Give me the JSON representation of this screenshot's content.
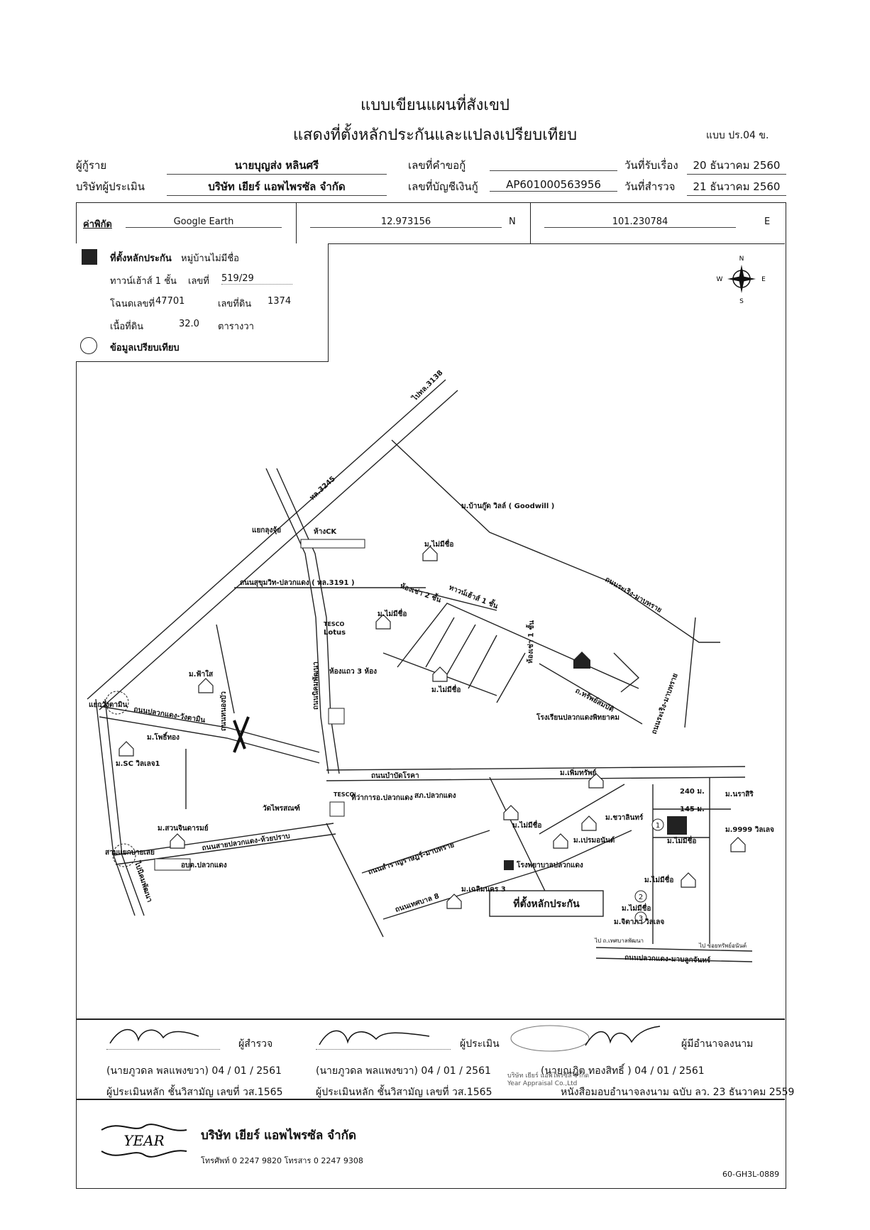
{
  "title": {
    "line1": "แบบเขียนแผนที่สังเขป",
    "line2": "แสดงที่ตั้งหลักประกันและแปลงเปรียบเทียบ",
    "form_no": "แบบ ปร.04 ข."
  },
  "header": {
    "borrower_label": "ผู้กู้ราย",
    "borrower_value": "นายบุญส่ง หลินศรี",
    "request_no_label": "เลขที่คำขอกู้",
    "request_no_value": "",
    "received_date_label": "วันที่รับเรื่อง",
    "received_date_value": "20 ธันวาคม 2560",
    "appraiser_company_label": "บริษัทผู้ประเมิน",
    "appraiser_company_value": "บริษัท เยียร์ แอพไพรซัล จำกัด",
    "loan_account_label": "เลขที่บัญชีเงินกู้",
    "loan_account_value": "AP601000563956",
    "survey_date_label": "วันที่สำรวจ",
    "survey_date_value": "21 ธันวาคม 2560"
  },
  "coordinates": {
    "label": "ค่าพิกัด",
    "source": "Google Earth",
    "lat": "12.973156",
    "lat_dir": "N",
    "lon": "101.230784",
    "lon_dir": "E"
  },
  "legend": {
    "collateral_label": "ที่ตั้งหลักประกัน",
    "village": "หมู่บ้านไม่มีชื่อ",
    "building_type": "ทาวน์เฮ้าส์ 1 ชั้น",
    "house_no_label": "เลขที่",
    "house_no": "519/29",
    "deed_label": "โฉนดเลขที่",
    "deed_no": "47701",
    "land_no_label": "เลขที่ดิน",
    "land_no": "1374",
    "area_label": "เนื้อที่ดิน",
    "area_value": "32.0",
    "area_unit": "ตารางวา",
    "comparison_label": "ข้อมูลเปรียบเทียบ"
  },
  "compass": {
    "n": "N",
    "s": "S",
    "e": "E",
    "w": "W"
  },
  "map_labels": {
    "to_3138": "ไปทล.3138",
    "road_3245": "ทล.3245",
    "yaek_lung_ja": "แยกลุงจุ้ย",
    "hang_ck": "ห้างCK",
    "goodwill": "ม.บ้านกู๊ด วิลล์ ( Goodwill )",
    "mai_mee_cheu_1": "ม.ไม่มีชื่อ",
    "sukhumvit": "ถนนสุขุมวิท-ปลวกแดง ( ทล.3191 )",
    "rent_2": "ห้องเช่า 2 ชั้น",
    "townhouse_1": "ทาวน์เฮ้าส์ 1 ชั้น",
    "mai_mee_cheu_2": "ม.ไม่มีชื่อ",
    "tesco_top": "TESCO",
    "lotus": "Lotus",
    "rang_3": "ห้องแถว 3 ห้อง",
    "mai_mee_cheu_3": "ม.ไม่มีชื่อ",
    "rent_1": "ห้องเช่า 1 ชั้น",
    "sap_sombat": "ถ.ทรัพย์สมบัติ",
    "ma_rueng": "ถนนระเริง-มาบทราย",
    "ma_rueng_2": "ถนนระเริง-มาบทราย",
    "school": "โรงเรียนปลวกแดงพิทยาคม",
    "fa_sai": "ม.ฟ้าใส",
    "wang_ta_min_jn": "แยกวังตามิน",
    "pluak_daeng_wang": "ถนนปลวกแดง-วังตามิน",
    "nikhom": "ถนนนิคมพัฒนา",
    "road_nong": "ถนนหนองบัว",
    "pho_thong": "ม.โพธิ์ทอง",
    "sc_villa": "ม.SC วิลเลจ1",
    "baribat": "ถนนบำบัดโรคา",
    "permsap": "ม.เพิ่มทรัพย์",
    "amphoe": "ที่ว่าการอ.ปลวกแดง",
    "sor_pluak": "สภ.ปลวกแดง",
    "tesco2": "TESCO",
    "wat": "วัดไพรสณฑ์",
    "suan_jin": "ม.สวนจินดารมย์",
    "huai_prab": "ถนนสายปลวกแดง-ห้วยปราบ",
    "sam_yaek": "สามแยกบายเลย",
    "nikhom_phat": "ไปนิคมพัฒนา",
    "obt": "อบต.ปลวกแดง",
    "mai_mee_cheu_4": "ม.ไม่มีชื่อ",
    "chawalin": "ม.ชวาลินทร์",
    "preman": "ม.เปรมอนันต์",
    "hospital": "โรงพยาบาลปลวกแดง",
    "samrong": "ถนนสำราญราษฎร์-มาบทราย",
    "tesaban8": "ถนนเทศบาล 8",
    "chaloem": "ม.เฉลิมนคร 3",
    "collateral_box": "ที่ตั้งหลักประกัน",
    "d240": "240 ม.",
    "d145": "145 ม.",
    "narasiri": "ม.นราสิริ",
    "mai_mee_cheu_5": "ม.ไม่มีชื่อ",
    "villa9999": "ม.9999 วิลเลจ",
    "mai_mee_cheu_6": "ม.ไม่มีชื่อ",
    "mai_mee_cheu_7": "ม.ไม่มีชื่อ",
    "jitapa": "ม.จิตาภา วิลเลจ",
    "to_tesaban": "ไป ถ.เทศบาลพัฒนา",
    "to_soi": "ไป ซอยทรัพย์อนันต์",
    "pluak_mab": "ถนนปลวกแดง-มาบลูกจันทร์",
    "n1": "1",
    "n2": "2",
    "n3": "3"
  },
  "signatures": {
    "surveyor_label": "ผู้สำรวจ",
    "surveyor_name": "(นายภูวดล พลแพงขวา) 04 / 01 / 2561",
    "surveyor_cert": "ผู้ประเมินหลัก ชั้นวิสามัญ เลขที่ วส.1565",
    "appraiser_label": "ผู้ประเมิน",
    "appraiser_name": "(นายภูวดล พลแพงขวา) 04 / 01 / 2561",
    "appraiser_cert": "ผู้ประเมินหลัก ชั้นวิสามัญ เลขที่ วส.1565",
    "authorized_label": "ผู้มีอำนาจลงนาม",
    "authorized_name": "(นายณฏิต ทองสิทธิ์ ) 04 / 01 / 2561",
    "authorized_cert": "หนังสือมอบอำนาจลงนาม ฉบับ ลว. 23 ธันวาคม 2559",
    "stamp_line1": "บริษัท เยียร์ แอพไพรซัล จำกัด",
    "stamp_line2": "Year Appraisal Co.,Ltd"
  },
  "footer": {
    "logo_text": "YEAR",
    "company": "บริษัท เยียร์ แอพไพรซัล จำกัด",
    "contact": "โทรศัพท์ 0 2247 9820 โทรสาร 0 2247 9308",
    "doc_code": "60-GH3L-0889"
  }
}
